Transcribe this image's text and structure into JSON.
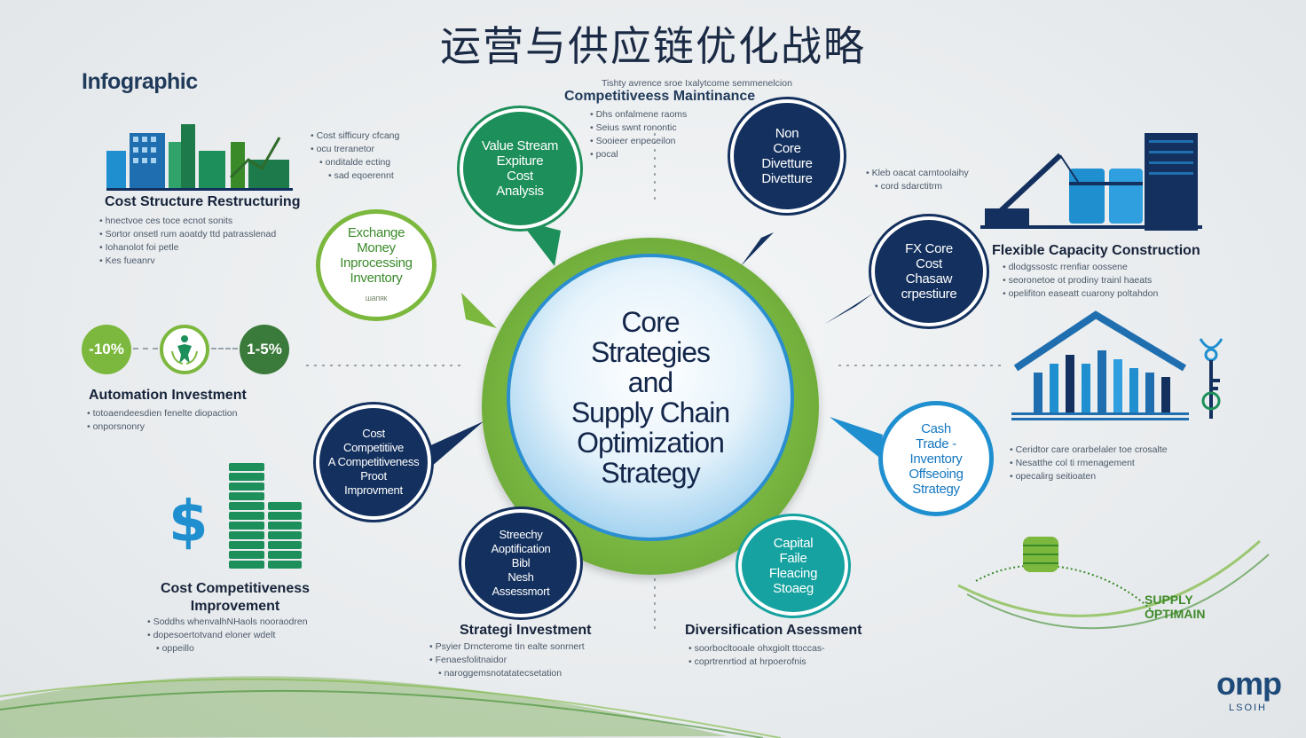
{
  "title": "运营与供应链优化战略",
  "brand_label": "Infographic",
  "center": {
    "lines": [
      "Core",
      "Strategies",
      "and",
      "Supply Chain",
      "Optimization",
      "Strategy"
    ]
  },
  "bubbles": {
    "value_stream": {
      "lines": [
        "Value Stream",
        "Expiture",
        "Cost",
        "Analysis"
      ]
    },
    "non_core": {
      "lines": [
        "Non",
        "Core",
        "Divetture",
        "Divetture"
      ]
    },
    "exchange": {
      "lines": [
        "Exchange",
        "Money",
        "Inprocessing",
        "Inventory"
      ],
      "sub": "шaпяк"
    },
    "fix_core": {
      "lines": [
        "FX Core",
        "Cost",
        "Chasaw",
        "crpestiure"
      ]
    },
    "cost_comp": {
      "lines": [
        "Cost",
        "Competitiive",
        "A Competitiveness",
        "Proot",
        "Improvment"
      ]
    },
    "cash_trade": {
      "lines": [
        "Cash",
        "Trade -",
        "Inventory",
        "Offseoing",
        "Strategy"
      ]
    },
    "strategy_assess": {
      "lines": [
        "Streechy",
        "Aoptification",
        "Bibl",
        "Nesh",
        "Assessmort"
      ]
    },
    "capital": {
      "lines": [
        "Capital",
        "Faile",
        "Fleacing",
        "Stoaeg"
      ]
    }
  },
  "sections": {
    "competitiveness": {
      "heading": "Competitiveess Maintinance",
      "top_line": "Tishty avrence sroe Ixalytcome semmenelcion",
      "bullets": [
        "Dhs onfalmene raoms",
        "Seius swnt ronontic",
        "Sooieer enpeceilon",
        "pocal"
      ]
    },
    "cost_structure": {
      "heading": "Cost Structure Restructuring",
      "side_bullets": [
        "Cost sifficury cfcang",
        "ocu treranetor",
        "onditalde ecting",
        "sad eqoerennt"
      ],
      "bullets": [
        "hnectvoe ces toce ecnot sonits",
        "Sortor onsetl rum aoatdy ttd patrasslenad",
        "Iohanolot foi petle",
        "Kes fueanrv"
      ]
    },
    "non_core_side": {
      "bullets": [
        "Kleb oacat carntoolaihy",
        "cord sdarctitrm"
      ]
    },
    "flexible": {
      "heading": "Flexible Capacity Construction",
      "bullets": [
        "dlodgssostc rrenfiar oossene",
        "seoronetoe ot prodiny trainl haeats",
        "opelifiton easeatt cuarony poltahdon"
      ]
    },
    "automation": {
      "heading": "Automation Investment",
      "pct_left": "-10%",
      "pct_right": "1-5%",
      "bullets": [
        "totoaendeesdien fenelte diopaction",
        "onporsnonry"
      ]
    },
    "cash_side": {
      "bullets": [
        "Ceridtor care orarbelaler toe crosalte",
        "Nesatthe col ti rmenagement",
        "opecalirg seitioaten"
      ]
    },
    "cost_comp_section": {
      "heading_lines": [
        "Cost Competitiveness",
        "Improvement"
      ],
      "bullets": [
        "Soddhs whenvalhNHaols nooraodren",
        "dopesoertotvand eloner wdelt",
        "oppeillo"
      ]
    },
    "strategic_investment": {
      "heading": "Strategi Investment",
      "bullets": [
        "Psyier Drncterome tin ealte sonrnert",
        "Fenaesfolitnaidor",
        "naroggemsnotatatecsetation"
      ]
    },
    "diversification": {
      "heading": "Diversification Asessment",
      "bullets": [
        "soorbocltooale ohxgiolt ttoccas-",
        "coprtrenrtiod at hrpoerofnis"
      ]
    }
  },
  "supply_logo_lines": [
    "SUPPLY",
    "OPTIMAIN"
  ],
  "logo": {
    "name": "omp",
    "sub": "LSOIH"
  },
  "colors": {
    "navy": "#13305e",
    "green": "#7cb83e",
    "blue": "#1f8fd0",
    "teal": "#16a2a0"
  }
}
